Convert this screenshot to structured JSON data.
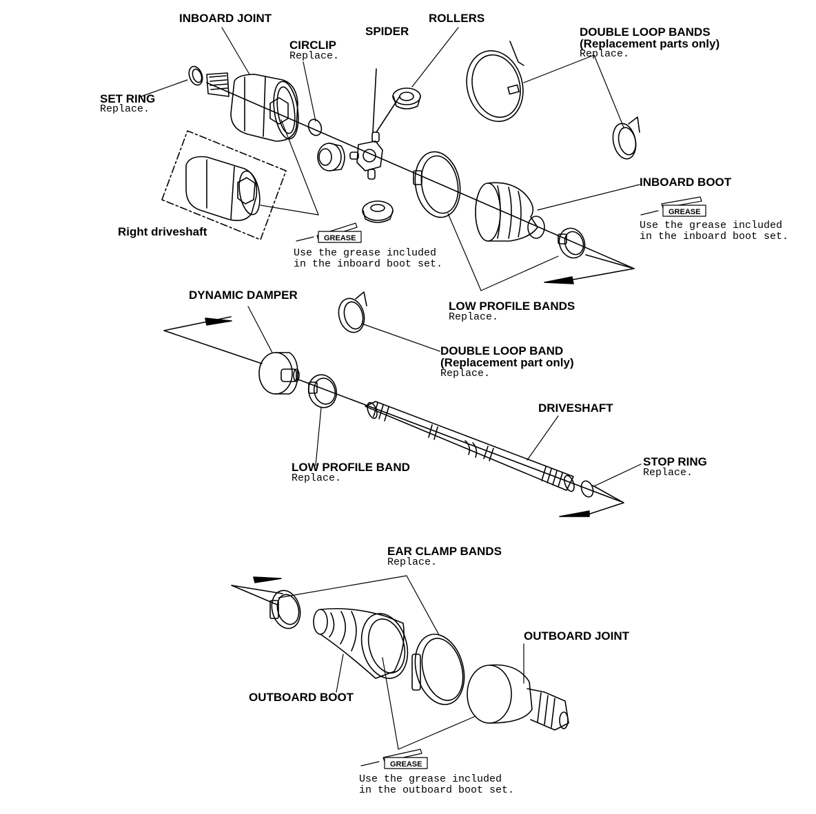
{
  "labels": {
    "inboard_joint": "INBOARD JOINT",
    "rollers": "ROLLERS",
    "spider": "SPIDER",
    "circlip": "CIRCLIP",
    "circlip_note": "Replace.",
    "set_ring": "SET RING",
    "set_ring_note": "Replace.",
    "double_loop_bands": "DOUBLE LOOP BANDS",
    "double_loop_bands_sub": "(Replacement parts only)",
    "double_loop_bands_note": "Replace.",
    "inboard_boot": "INBOARD BOOT",
    "right_driveshaft": "Right driveshaft",
    "low_profile_bands": "LOW PROFILE BANDS",
    "low_profile_bands_note": "Replace.",
    "dynamic_damper": "DYNAMIC DAMPER",
    "double_loop_band": "DOUBLE LOOP BAND",
    "double_loop_band_sub": "(Replacement part only)",
    "double_loop_band_note": "Replace.",
    "driveshaft": "DRIVESHAFT",
    "low_profile_band": "LOW PROFILE BAND",
    "low_profile_band_note": "Replace.",
    "stop_ring": "STOP RING",
    "stop_ring_note": "Replace.",
    "ear_clamp_bands": "EAR CLAMP BANDS",
    "ear_clamp_bands_note": "Replace.",
    "outboard_joint": "OUTBOARD JOINT",
    "outboard_boot": "OUTBOARD BOOT"
  },
  "grease": {
    "tag": "GREASE",
    "note_inboard_1": "Use the grease included\nin the inboard boot set.",
    "note_inboard_2": "Use the grease included\nin the inboard boot set.",
    "note_outboard": "Use the grease included\nin the outboard boot set."
  }
}
